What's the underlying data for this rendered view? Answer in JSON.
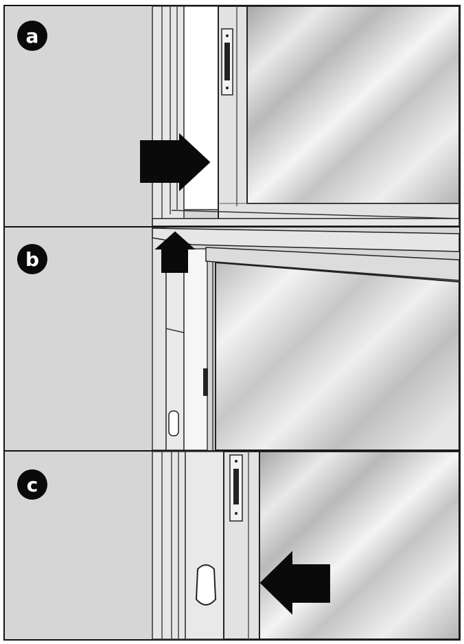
{
  "steps": [
    {
      "label": "a",
      "arrow_direction": "right"
    },
    {
      "label": "b",
      "arrow_direction": "up"
    },
    {
      "label": "c",
      "arrow_direction": "left"
    }
  ],
  "colors": {
    "wall": "#d6d6d6",
    "frame": "#e4e4e4",
    "outline": "#111111",
    "glass_light": "#ffffff",
    "glass_mid": "#c9c9c9",
    "glass_dark": "#a9a9a9",
    "arrow": "#0a0a0a",
    "badge": "#0a0a0a"
  }
}
